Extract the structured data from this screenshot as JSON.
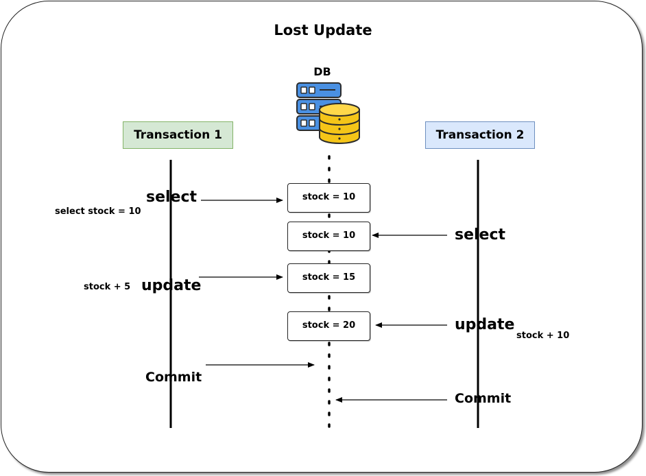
{
  "title": "Lost Update",
  "db": {
    "label": "DB",
    "icon": "database-server-icon"
  },
  "transactions": [
    {
      "label": "Transaction 1",
      "color": "#d5e8d4",
      "border": "#82b366"
    },
    {
      "label": "Transaction 2",
      "color": "#dae8fc",
      "border": "#6c8ebf"
    }
  ],
  "tx1": {
    "select": "select",
    "select_note": "select stock = 10",
    "update": "update",
    "update_note": "stock + 5",
    "commit": "Commit"
  },
  "tx2": {
    "select": "select",
    "update": "update",
    "update_note": "stock + 10",
    "commit": "Commit"
  },
  "db_states": [
    "stock = 10",
    "stock = 10",
    "stock = 15",
    "stock = 20"
  ]
}
